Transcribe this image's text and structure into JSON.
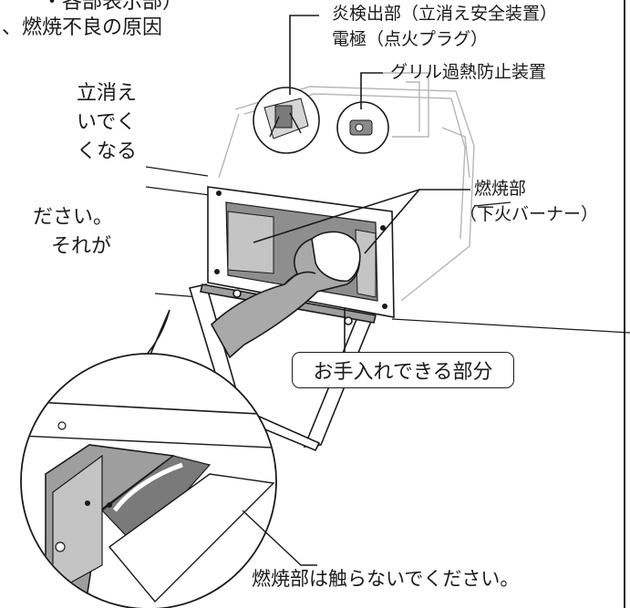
{
  "left_text": {
    "line0": "・各部表示部）",
    "line1": "、燃焼不良の原因",
    "line2": "立消え",
    "line3": "いでく",
    "line4": "くなる",
    "line5": "ださい。",
    "line6": "それが"
  },
  "labels": {
    "flame_detector": "炎検出部（立消え安全装置）",
    "electrode": "電極（点火プラグ）",
    "grill_overheat": "グリル過熱防止装置",
    "burner": "燃焼部",
    "burner_sub": "（下火バーナー）",
    "cleanable_part": "お手入れできる部分",
    "do_not_touch": "燃焼部は触らないでください。"
  },
  "colors": {
    "line": "#1a1a1a",
    "metal_gray": "#9e9e9e",
    "shadow_gray": "#6f6f6f",
    "glove_gray": "#a9a9a9",
    "cloth_white": "#ffffff"
  }
}
